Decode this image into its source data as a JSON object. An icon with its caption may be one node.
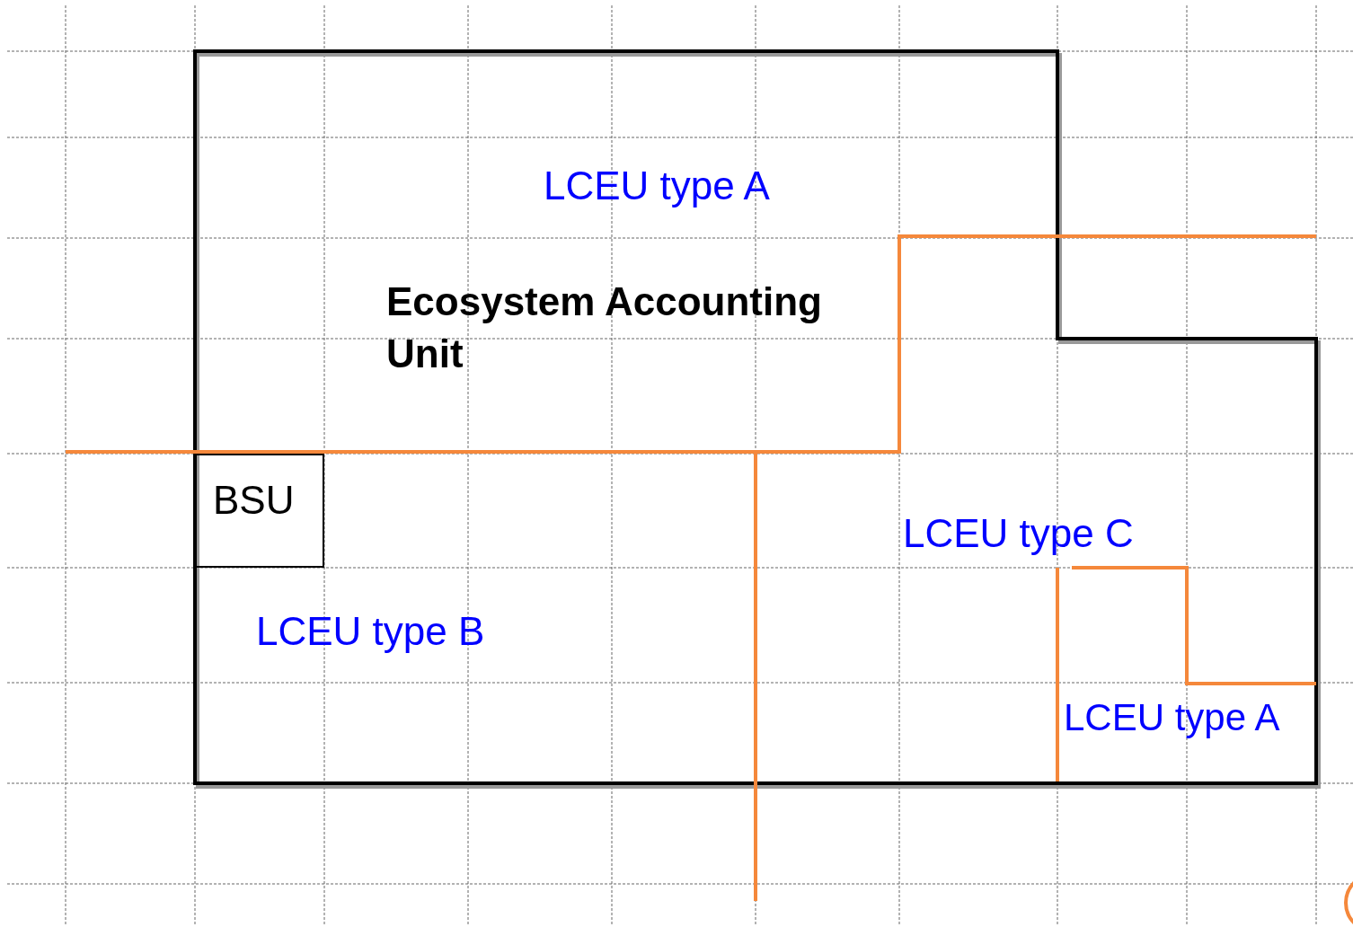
{
  "diagram": {
    "nodes": [
      {
        "text": [
          "Ecosystem Accounting Unit"
        ]
      },
      {
        "text": [
          "BSU"
        ],
        "in": 0
      }
    ],
    "labels": [
      "LCEU type A",
      "LCEU type C",
      "LCEU type B",
      "LCEU type A"
    ]
  }
}
